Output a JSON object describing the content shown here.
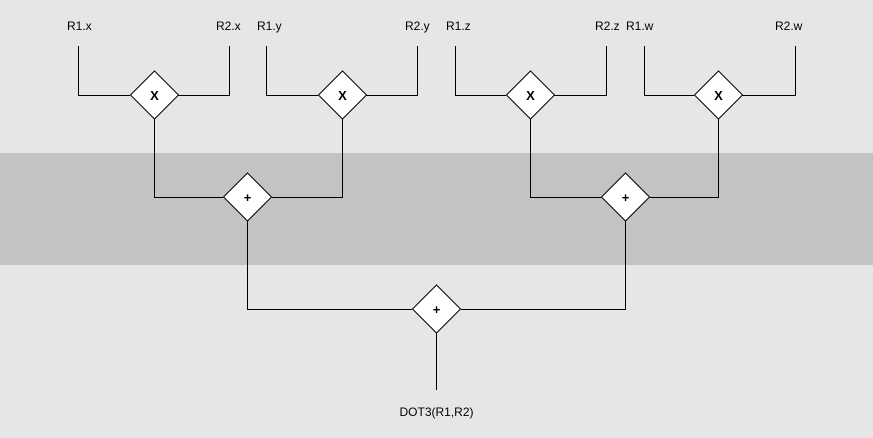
{
  "inputs": {
    "r1x": "R1.x",
    "r2x": "R2.x",
    "r1y": "R1.y",
    "r2y": "R2.y",
    "r1z": "R1.z",
    "r2z": "R2.z",
    "r1w": "R1.w",
    "r2w": "R2.w"
  },
  "operators": {
    "mul_x": "X",
    "mul_y": "X",
    "mul_z": "X",
    "mul_w": "X",
    "add_xy": "+",
    "add_zw": "+",
    "add_final": "+"
  },
  "output": {
    "label": "DOT3(R1,R2)"
  },
  "colors": {
    "band_light": "#e6e6e6",
    "band_dark": "#c3c3c3",
    "node_fill": "#ffffff",
    "line": "#000000"
  }
}
